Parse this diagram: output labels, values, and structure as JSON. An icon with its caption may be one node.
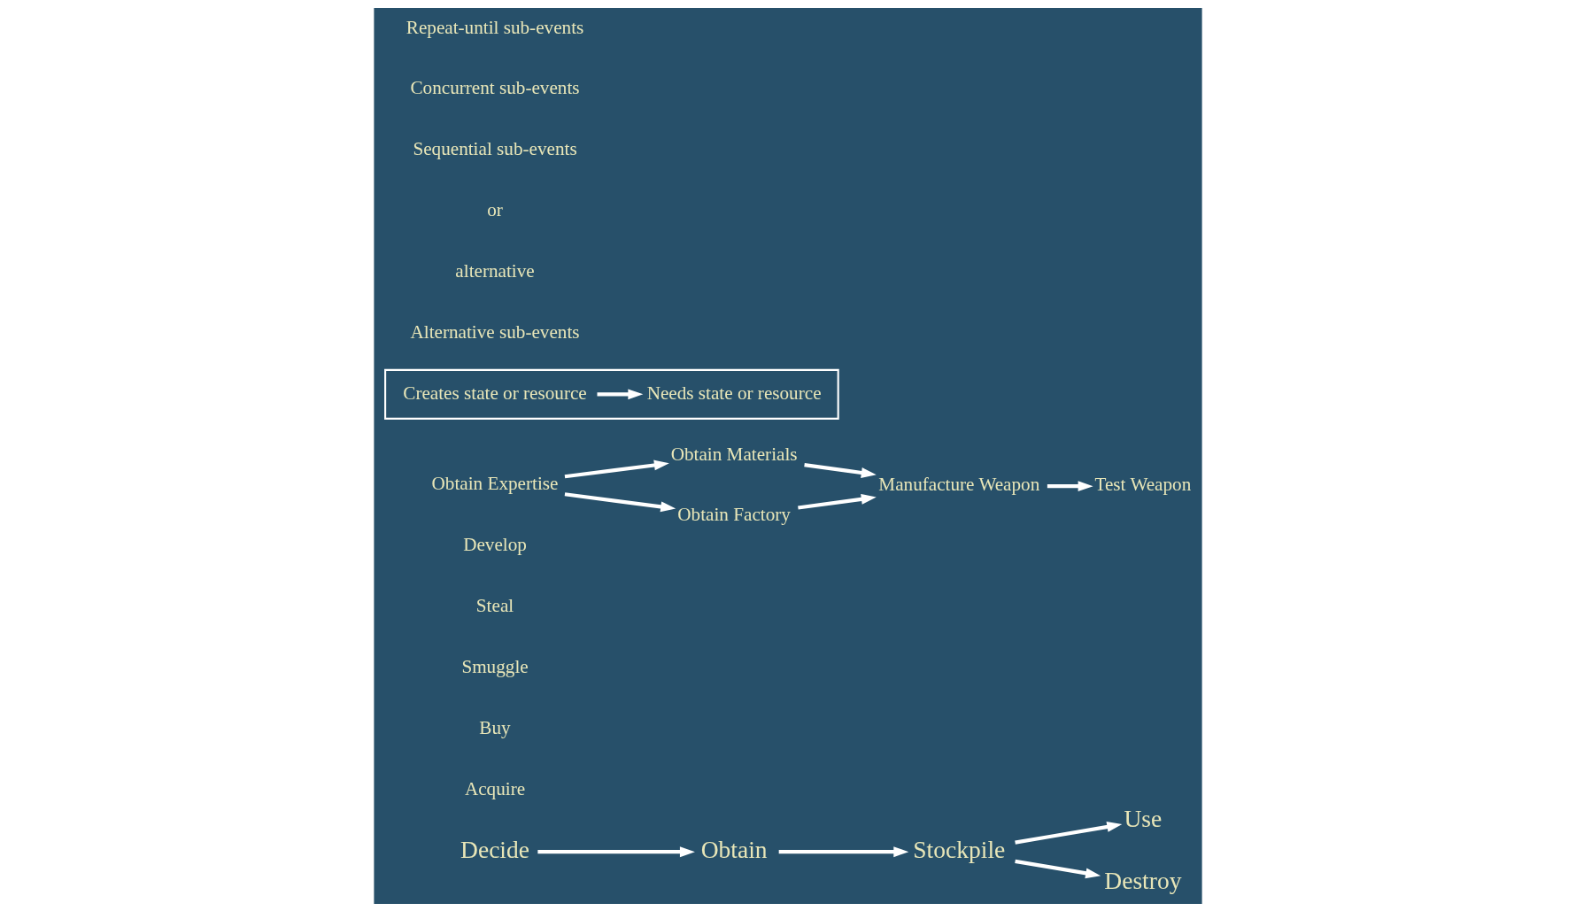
{
  "diagram": {
    "nodes": [
      {
        "text": [
          "Decide"
        ]
      },
      {
        "text": [
          "Obtain"
        ]
      },
      {
        "text": [
          "Stockpile"
        ]
      },
      {
        "text": [
          "Use"
        ]
      },
      {
        "text": [
          "Destroy"
        ]
      },
      {
        "text": [
          "Acquire"
        ]
      },
      {
        "text": [
          "Buy"
        ]
      },
      {
        "text": [
          "Smuggle"
        ]
      },
      {
        "text": [
          "Steal"
        ]
      },
      {
        "text": [
          "Develop"
        ]
      },
      {
        "text": [
          "Obtain Expertise"
        ]
      },
      {
        "text": [
          "Obtain Materials"
        ]
      },
      {
        "text": [
          "Obtain Factory"
        ]
      },
      {
        "text": [
          "Manufacture Weapon"
        ]
      },
      {
        "text": [
          "Test Weapon"
        ]
      },
      {
        "text": [],
        "shape": "box"
      },
      {
        "text": [
          "Creates state or resource"
        ],
        "in": 15
      },
      {
        "text": [
          "Needs state or resource"
        ],
        "in": 15
      }
    ],
    "edges": [
      {
        "from": 0,
        "to": 1,
        "arrow": "to"
      },
      {
        "from": 1,
        "to": 2,
        "arrow": "to"
      },
      {
        "from": 2,
        "to": 3,
        "arrow": "to"
      },
      {
        "from": 2,
        "to": 4,
        "arrow": "to"
      },
      {
        "from": 10,
        "to": 11,
        "arrow": "to"
      },
      {
        "from": 10,
        "to": 12,
        "arrow": "to"
      },
      {
        "from": 11,
        "to": 13,
        "arrow": "to"
      },
      {
        "from": 12,
        "to": 13,
        "arrow": "to"
      },
      {
        "from": 13,
        "to": 14,
        "arrow": "to"
      },
      {
        "from": 16,
        "to": 17,
        "arrow": "to"
      }
    ],
    "labels": [
      "Alternative sub-events",
      "alternative",
      "or",
      "Sequential sub-events",
      "Concurrent sub-events",
      "Repeat-until sub-events"
    ]
  }
}
